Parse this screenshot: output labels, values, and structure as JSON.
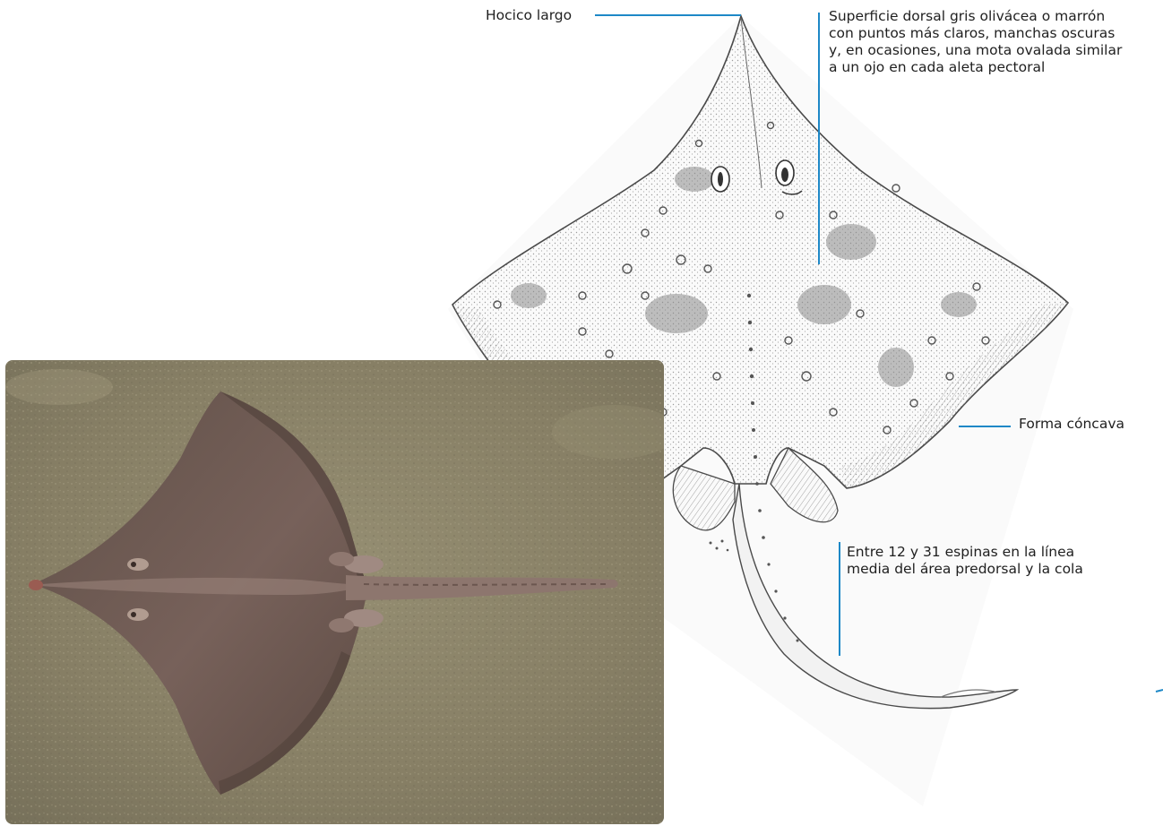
{
  "annotations": {
    "long_snout": "Hocico largo",
    "dorsal_surface": [
      "Superficie dorsal gris olivácea o marrón",
      "con puntos más claros, manchas oscuras",
      "y, en ocasiones, una mota ovalada similar",
      "a un ojo en cada aleta pectoral"
    ],
    "concave_shape": "Forma cóncava",
    "spines": [
      "Entre 12 y 31 espinas en la línea",
      "media del área predorsal y la cola"
    ]
  },
  "colors": {
    "leader_line": "#1e88c7",
    "label_text": "#1f1f1f",
    "seabed": "#8a8467",
    "skate_body": "#6e5a4f",
    "drawing_stroke": "#4a4a4a"
  }
}
